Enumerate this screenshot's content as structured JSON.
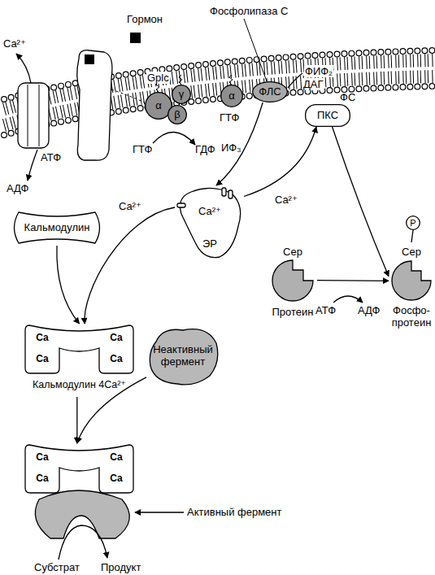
{
  "diagram": {
    "nodes": [
      {
        "text": [
          "Гормон"
        ]
      },
      {
        "text": [
          "α"
        ]
      },
      {
        "text": [
          "γ"
        ]
      },
      {
        "text": [
          "β"
        ]
      },
      {
        "text": [
          "α"
        ]
      },
      {
        "text": [
          "ФЛС"
        ]
      },
      {
        "text": [
          "ПКС"
        ]
      },
      {
        "text": [
          "Ca²⁺",
          "ЭР"
        ]
      },
      {
        "text": [
          "Кальмодулин"
        ]
      },
      {
        "text": [
          "Ca",
          "Ca",
          "Ca",
          "Ca",
          "Кальмодулин 4Ca²⁺"
        ]
      },
      {
        "text": [
          "Неактивный фермент"
        ]
      },
      {
        "text": [
          "Ca",
          "Ca",
          "Ca",
          "Ca"
        ]
      },
      {
        "text": [
          "Сер",
          "Протеин"
        ]
      },
      {
        "text": [
          "P"
        ]
      },
      {
        "text": [
          "Сер",
          "Фосфо- протеин"
        ]
      }
    ],
    "edges": [
      {
        "from": 5,
        "to": 7,
        "label": "ИФ₃",
        "arrow": "to"
      },
      {
        "from": 7,
        "to": 6,
        "label": "Ca²⁺",
        "arrow": "to"
      },
      {
        "from": 7,
        "to": 9,
        "label": "Ca²⁺",
        "arrow": "to"
      },
      {
        "from": 8,
        "to": 9,
        "arrow": "to"
      },
      {
        "from": 9,
        "to": 11,
        "arrow": "to"
      },
      {
        "from": 10,
        "to": 11,
        "arrow": "to"
      },
      {
        "from": 6,
        "to": 14,
        "arrow": "to"
      },
      {
        "from": 12,
        "to": 14,
        "arrow": "to"
      },
      {
        "from": 14,
        "to": 13,
        "arrow": "none"
      }
    ],
    "labels": [
      "Ca²⁺",
      "АТФ",
      "АДФ",
      "Gplc",
      "ГТФ",
      "ГДФ",
      "Фосфолипаза С",
      "ГТФ",
      "ФИФ₂",
      "ДАГ",
      "ФС",
      "АТФ",
      "АДФ",
      "Активный фермент",
      "Субстрат",
      "Продукт"
    ]
  }
}
